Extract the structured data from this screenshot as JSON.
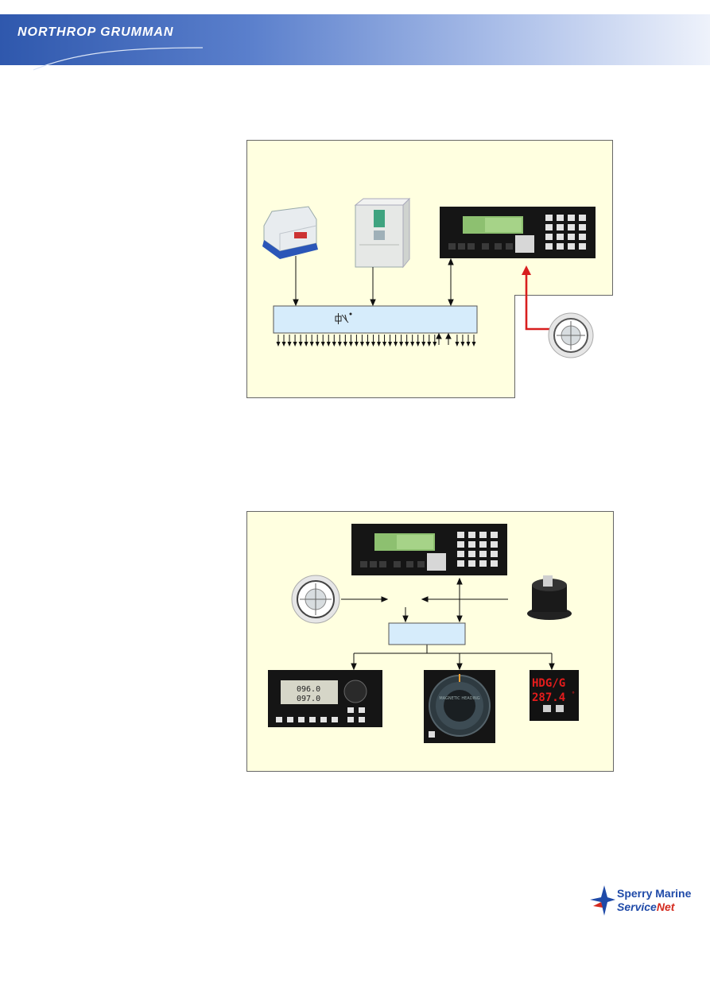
{
  "header": {
    "brand": "NORTHROP GRUMMAN"
  },
  "diagram1": {
    "hub_icon": "network-distribution-symbol",
    "devices": [
      "junction-unit",
      "control-cabinet",
      "control-display-unit",
      "magnetic-compass"
    ],
    "output_arrow_count": 34,
    "input_arrow_count": 2
  },
  "diagram2": {
    "devices": [
      "control-display-unit",
      "magnetic-compass",
      "fluxgate-sensor",
      "heading-repeater-digital",
      "heading-repeater-analog",
      "heading-display-red"
    ],
    "heading_display": {
      "label": "HDG/G",
      "value": "287.4",
      "unit": "°"
    },
    "analog_display_text": "MAGNETIC HEADING",
    "lcd_values": [
      "096.0",
      "097.0"
    ]
  },
  "footer": {
    "logo_line1": "Sperry Marine",
    "logo_line2_a": "Service",
    "logo_line2_b": "Net"
  },
  "colors": {
    "panel_fill": "#ffffe0",
    "hub_fill": "#d6ecfb",
    "accent_red": "#d81e1e",
    "brand_blue": "#2f58ad"
  }
}
